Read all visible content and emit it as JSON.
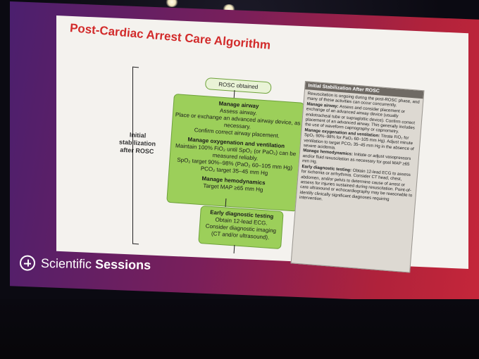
{
  "slide": {
    "title": "Post-Cardiac Arrest Care Algorithm",
    "side_label": "Initial stabilization after ROSC",
    "rosc": "ROSC obtained",
    "box1": {
      "h1": "Manage airway",
      "l1": "Assess airway.",
      "l2": "Place or exchange an advanced airway device, as necessary.",
      "l3": "Confirm correct airway placement.",
      "h2": "Manage oxygenation and ventilation",
      "l4": "Maintain 100% FiO₂ until SpO₂ (or PaO₂) can be measured reliably.",
      "l5": "SpO₂ target 90%–98% (PaO₂ 60–105 mm Hg)",
      "l6": "PCO₂ target 35–45 mm Hg",
      "h3": "Manage hemodynamics",
      "l7": "Target MAP ≥65 mm Hg"
    },
    "box2": {
      "h": "Early diagnostic testing",
      "l1": "Obtain 12-lead ECG.",
      "l2": "Consider diagnostic imaging (CT and/or ultrasound)."
    },
    "panel": {
      "head": "Initial Stabilization After ROSC",
      "p0": "Resuscitation is ongoing during the post-ROSC phase, and many of these activities can occur concurrently.",
      "h1": "Manage airway:",
      "p1": "Assess and consider placement or exchange of an advanced airway device (usually endotracheal tube or supraglottic device). Confirm correct placement of an advanced airway. This generally includes the use of waveform capnography or capnometry.",
      "h2": "Manage oxygenation and ventilation:",
      "p2": "Titrate FiO₂ for SpO₂ 90%–98% for PaO₂ 60–105 mm Hg). Adjust minute ventilation to target PCO₂ 35–45 mm Hg in the absence of severe acidemia.",
      "h3": "Manage hemodynamics:",
      "p3": "Initiate or adjust vasopressors and/or fluid resuscitation as necessary for goal MAP ≥65 mm Hg.",
      "h4": "Early diagnostic testing:",
      "p4": "Obtain 12-lead ECG to assess for ischemia or arrhythmia. Consider CT head, chest, abdomen, and/or pelvis to determine cause of arrest or assess for injuries sustained during resuscitation. Point-of-care ultrasound or echocardiography may be reasonable to identify clinically significant diagnoses requiring intervention."
    }
  },
  "branding": {
    "word1": "Scientific",
    "word2": "Sessions"
  }
}
